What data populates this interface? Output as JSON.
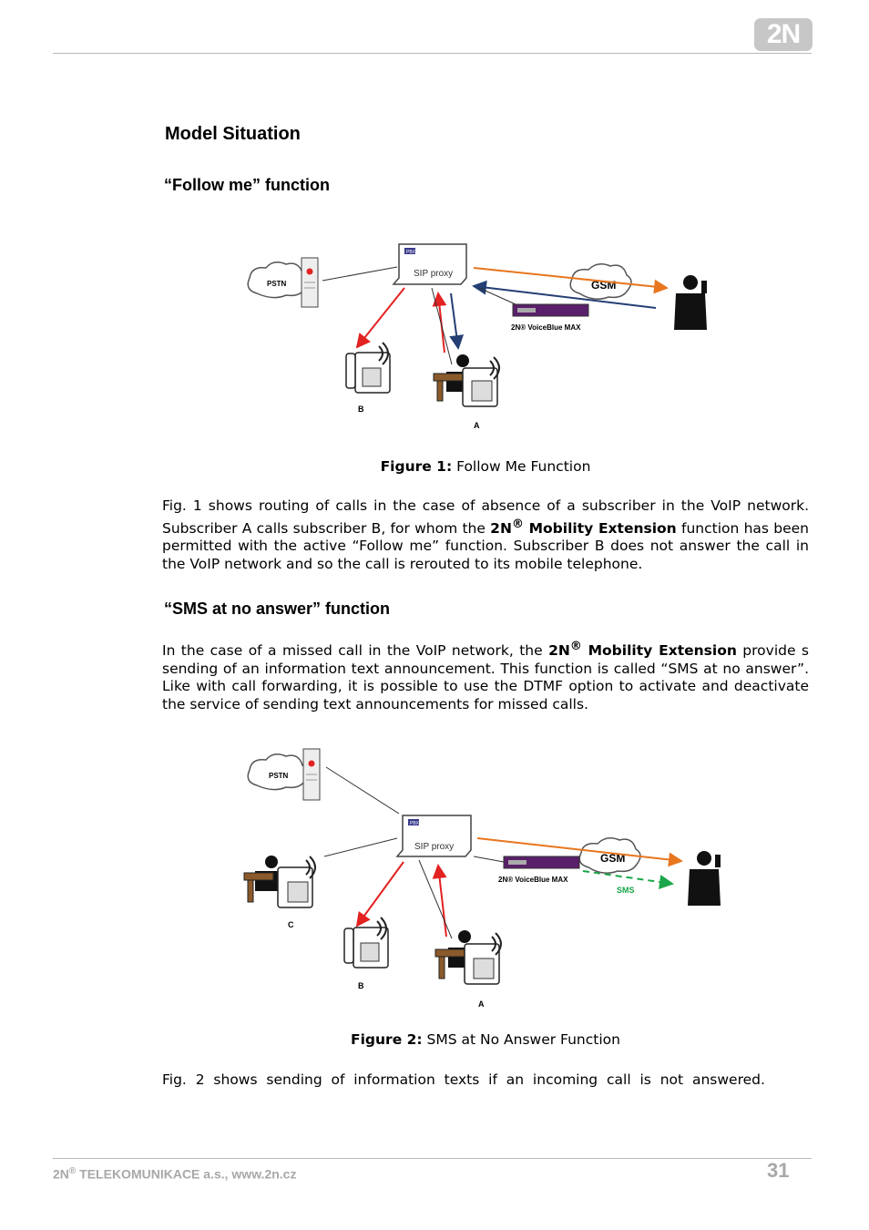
{
  "header": {
    "logo": "2N"
  },
  "section_title": "Model Situation",
  "follow_me": {
    "heading": "“Follow me”  function",
    "caption_label": "Figure 1:",
    "caption_text": " Follow Me Function",
    "para_1": "Fig. 1 shows routing of calls in the case of absence of a subscriber in the VoIP network. Subscriber A calls subscriber B, for whom the ",
    "product_brand": "2N",
    "product_reg": "®",
    "product_name": " Mobility Extension",
    "para_2": " function has been permitted with the active “Follow me” function. Subscriber B does not answer the call in the VoIP network and so the call is rerouted to its mobile telephone."
  },
  "sms": {
    "heading": "“SMS at no answer”  function",
    "para_1": "In the case of a missed call in the VoIP network, the ",
    "product_brand": "2N",
    "product_reg": "®",
    "product_name": " Mobility Extension",
    "para_2": " provide s sending of an information text announcement. This function is called “SMS at no answer”. Like with call forwarding, it is possible to use the DTMF option to activate and deactivate the service of sending text announcements for missed calls.",
    "caption_label": "Figure 2:",
    "caption_text": " SMS at No Answer Function",
    "para_3": "Fig.  2  shows  sending  of  information  texts  if  an  incoming  call  is  not  answered."
  },
  "figure_1": {
    "pstn": "PSTN",
    "pbx": "PBX",
    "sip_proxy": "SIP proxy",
    "gsm": "GSM",
    "gateway": "2N® VoiceBlue MAX",
    "label_b": "B",
    "label_a": "A"
  },
  "figure_2": {
    "pstn": "PSTN",
    "pbx": "PBX",
    "sip_proxy": "SIP proxy",
    "gsm": "GSM",
    "gateway": "2N® VoiceBlue MAX",
    "sms_label": "SMS",
    "label_c": "C",
    "label_b": "B",
    "label_a": "A"
  },
  "footer": {
    "company_brand": "2N",
    "company_reg": "®",
    "company_rest": " TELEKOMUNIKACE a.s., www.2n.cz",
    "page_number": "31"
  },
  "colors": {
    "orange": "#e8761e",
    "navy": "#243f73",
    "red": "#e32222",
    "green": "#1aa64a",
    "purple": "#5a1f6b",
    "footer_grey": "#a8a8a8"
  }
}
